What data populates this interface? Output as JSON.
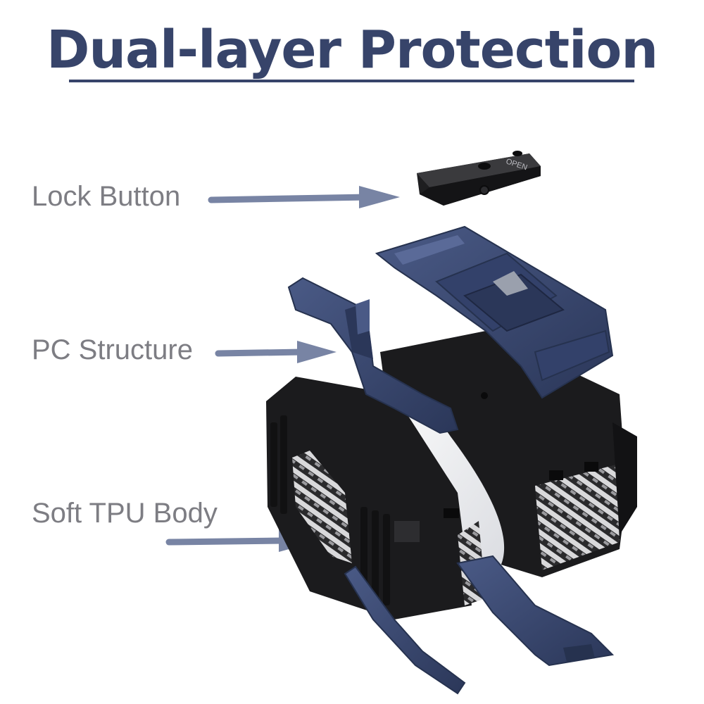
{
  "title": "Dual-layer Protection",
  "labels": {
    "lock_button": "Lock Button",
    "pc_structure": "PC Structure",
    "soft_tpu_body": "Soft TPU Body"
  },
  "lock_text": "OPEN",
  "colors": {
    "title": "#37446a",
    "label_text": "#7d7d83",
    "arrow": "#7884a4",
    "pc_blue": "#3b4a72",
    "pc_blue_dark": "#26324f",
    "tpu_black": "#1b1b1d",
    "case_white": "#f2f3f5"
  }
}
